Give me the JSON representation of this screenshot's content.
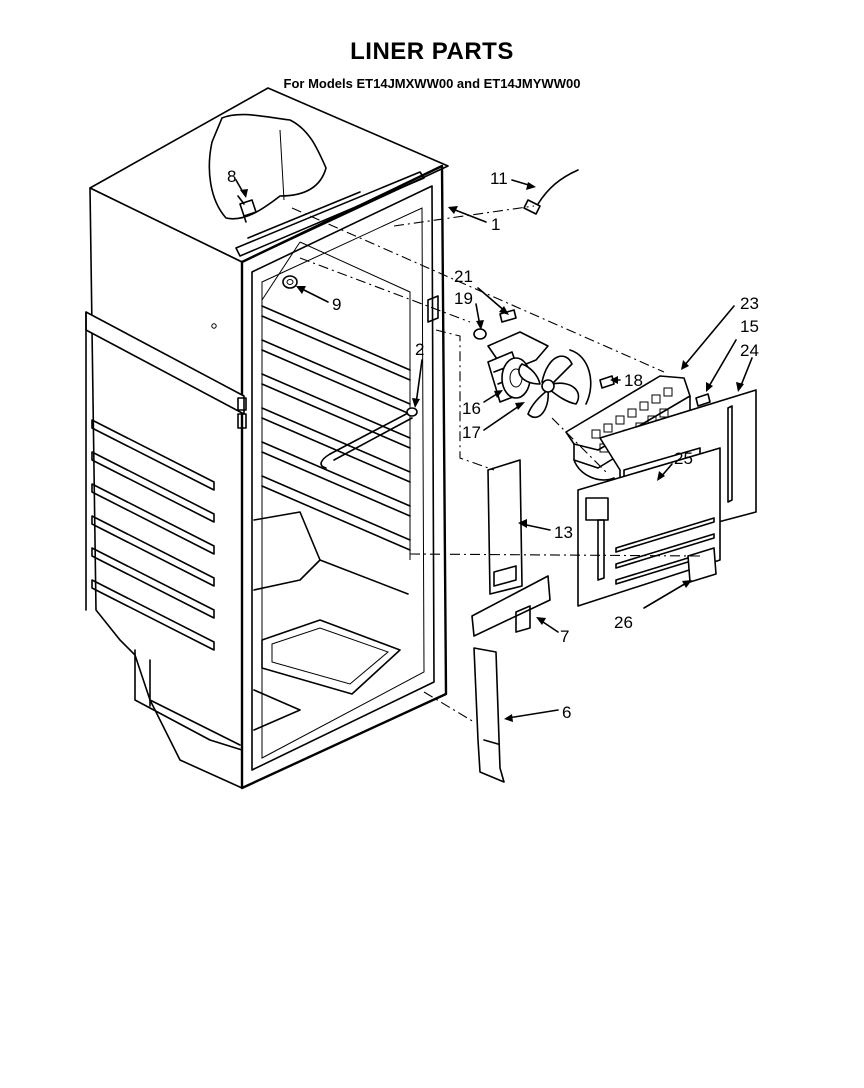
{
  "header": {
    "title": "LINER PARTS",
    "subtitle": "For Models ET14JMXWW00 and ET14JMYWW00"
  },
  "callouts": {
    "c1": "1",
    "c2": "2",
    "c6": "6",
    "c7": "7",
    "c8": "8",
    "c9": "9",
    "c11": "11",
    "c13": "13",
    "c15": "15",
    "c16": "16",
    "c17": "17",
    "c18": "18",
    "c19": "19",
    "c21": "21",
    "c23": "23",
    "c24": "24",
    "c25": "25",
    "c26": "26"
  }
}
